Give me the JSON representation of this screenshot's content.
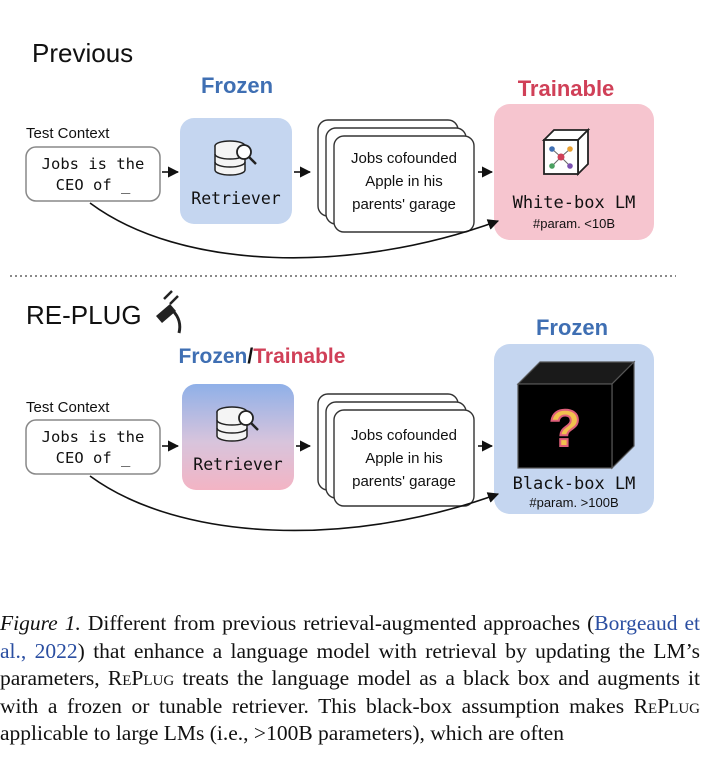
{
  "figure": {
    "top": {
      "section_title": "Previous",
      "retriever_header": "Frozen",
      "lm_header": "Trainable",
      "test_context_label": "Test Context",
      "query_line1": "Jobs is the",
      "query_line2": "CEO of _",
      "retriever_label": "Retriever",
      "doc_line1": "Jobs cofounded",
      "doc_line2": "Apple in his",
      "doc_line3": "parents' garage",
      "lm_label": "White-box LM",
      "lm_param": "#param. <10B"
    },
    "bottom": {
      "section_title": "RE-PLUG",
      "retriever_header_a": "Frozen",
      "retriever_header_sep": "/",
      "retriever_header_b": "Trainable",
      "lm_header": "Frozen",
      "test_context_label": "Test Context",
      "query_line1": "Jobs is the",
      "query_line2": "CEO of _",
      "retriever_label": "Retriever",
      "doc_line1": "Jobs cofounded",
      "doc_line2": "Apple in his",
      "doc_line3": "parents' garage",
      "lm_label": "Black-box LM",
      "lm_param": "#param. >100B"
    },
    "colors": {
      "frozen_blue": "#3f6fb3",
      "trainable_red": "#d04058",
      "frozen_box": "#c5d6f0",
      "trainable_box": "#f6c5cf"
    }
  },
  "caption": {
    "label": "Figure 1.",
    "text1": " Different from previous retrieval-augmented approaches (",
    "citation": "Borgeaud et al., 2022",
    "text2": ") that enhance a language model with retrieval by updating the LM’s parameters, ",
    "replug1": "RePlug",
    "text3": " treats the language model as a black box and augments it with a frozen or tunable retriever. This black-box assumption makes ",
    "replug2": "RePlug",
    "text4": " applicable to large LMs (i.e., >100B parameters), which are often"
  }
}
